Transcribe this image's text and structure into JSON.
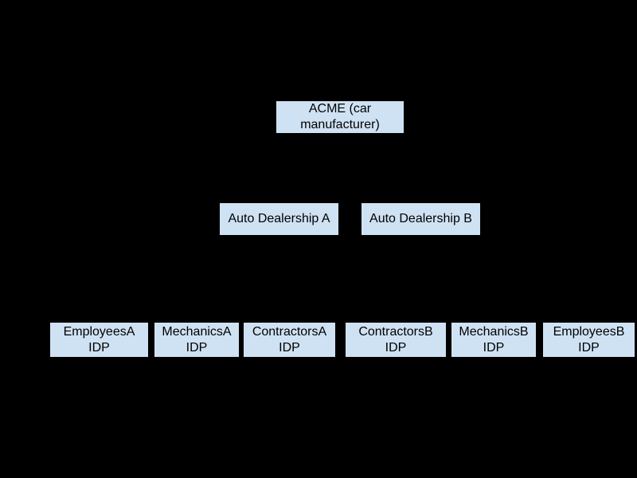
{
  "diagram": {
    "type": "hierarchy",
    "colors": {
      "background": "#000000",
      "node_fill": "#cfe2f3",
      "node_text": "#000000"
    },
    "nodes": {
      "acme": "ACME (car\nmanufacturer)",
      "dealership_a": "Auto Dealership A",
      "dealership_b": "Auto Dealership B",
      "employees_a": "EmployeesA\nIDP",
      "mechanics_a": "MechanicsA\nIDP",
      "contractors_a": "ContractorsA\nIDP",
      "contractors_b": "ContractorsB\nIDP",
      "mechanics_b": "MechanicsB\nIDP",
      "employees_b": "EmployeesB\nIDP"
    },
    "levels": [
      {
        "row": 1,
        "node_ids": [
          "acme"
        ]
      },
      {
        "row": 2,
        "node_ids": [
          "dealership_a",
          "dealership_b"
        ]
      },
      {
        "row": 3,
        "node_ids": [
          "employees_a",
          "mechanics_a",
          "contractors_a",
          "contractors_b",
          "mechanics_b",
          "employees_b"
        ]
      }
    ]
  }
}
